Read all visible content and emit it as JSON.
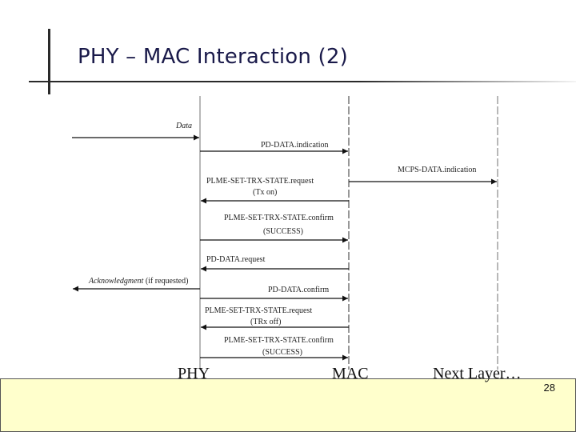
{
  "slide": {
    "title": "PHY – MAC  Interaction (2)",
    "page_number": "28"
  },
  "lifelines": {
    "phy": "PHY",
    "mac": "MAC",
    "next": "Next Layer…"
  },
  "messages": [
    {
      "id": "data-in",
      "label": "Data",
      "italic": true
    },
    {
      "id": "pd-data-indication",
      "label": "PD-DATA.indication"
    },
    {
      "id": "mcps-data-indication",
      "label": "MCPS-DATA.indication"
    },
    {
      "id": "set-trx-request-1",
      "label": "PLME-SET-TRX-STATE.request",
      "param": "(Tx on)"
    },
    {
      "id": "set-trx-confirm-1",
      "label": "PLME-SET-TRX-STATE.confirm",
      "param": "(SUCCESS)"
    },
    {
      "id": "pd-data-request",
      "label": "PD-DATA.request"
    },
    {
      "id": "ack-out",
      "label": "Acknowledgment (if requested)",
      "italic_part": "Acknowledgment",
      "rest_part": " (if requested)"
    },
    {
      "id": "pd-data-confirm",
      "label": "PD-DATA.confirm"
    },
    {
      "id": "set-trx-request-2",
      "label": "PLME-SET-TRX-STATE.request",
      "param": "(TRx off)"
    },
    {
      "id": "set-trx-confirm-2",
      "label": "PLME-SET-TRX-STATE.confirm",
      "param": "(SUCCESS)"
    }
  ]
}
